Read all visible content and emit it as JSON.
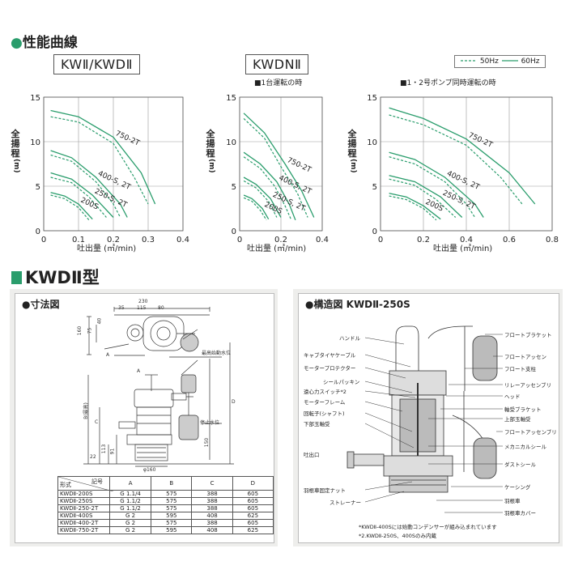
{
  "section_title": "性能曲線",
  "legend": {
    "dash": "50Hz",
    "solid": "60Hz"
  },
  "notes": {
    "single": "■1台運転の時",
    "dual": "■1・2号ポンプ同時運転の時"
  },
  "y_axis_label": [
    "全",
    "揚",
    "程",
    "(m)"
  ],
  "x_axis_label": "吐出量 (㎥/min)",
  "chart_data": [
    {
      "type": "line",
      "title": "KWⅡ/KWDⅡ",
      "ylim": [
        0,
        15
      ],
      "xlim": [
        0,
        0.4
      ],
      "yticks": [
        "0",
        "5",
        "10",
        "15"
      ],
      "xticks": [
        "0",
        "0.1",
        "0.2",
        "0.3",
        "0.4"
      ],
      "series": [
        {
          "name": "750-2T",
          "hz60": [
            [
              0.02,
              13.5
            ],
            [
              0.1,
              12.8
            ],
            [
              0.2,
              10.5
            ],
            [
              0.28,
              6.5
            ],
            [
              0.32,
              3.0
            ]
          ],
          "hz50": [
            [
              0.02,
              12.8
            ],
            [
              0.1,
              12.2
            ],
            [
              0.2,
              9.8
            ],
            [
              0.26,
              6.0
            ],
            [
              0.3,
              3.0
            ]
          ]
        },
        {
          "name": "400-S, 2T",
          "hz60": [
            [
              0.02,
              9.0
            ],
            [
              0.08,
              8.2
            ],
            [
              0.15,
              6.0
            ],
            [
              0.22,
              3.0
            ],
            [
              0.24,
              1.5
            ]
          ],
          "hz50": [
            [
              0.02,
              8.5
            ],
            [
              0.08,
              7.8
            ],
            [
              0.15,
              5.5
            ],
            [
              0.2,
              3.0
            ],
            [
              0.22,
              1.5
            ]
          ]
        },
        {
          "name": "250-S, 2T",
          "hz60": [
            [
              0.02,
              6.5
            ],
            [
              0.08,
              5.8
            ],
            [
              0.14,
              4.0
            ],
            [
              0.2,
              1.5
            ]
          ],
          "hz50": [
            [
              0.02,
              6.0
            ],
            [
              0.08,
              5.4
            ],
            [
              0.13,
              3.8
            ],
            [
              0.18,
              1.5
            ]
          ]
        },
        {
          "name": "200S",
          "hz60": [
            [
              0.02,
              4.3
            ],
            [
              0.06,
              3.9
            ],
            [
              0.1,
              3.0
            ],
            [
              0.14,
              1.3
            ]
          ],
          "hz50": [
            [
              0.02,
              4.0
            ],
            [
              0.06,
              3.6
            ],
            [
              0.1,
              2.6
            ],
            [
              0.13,
              1.2
            ]
          ]
        }
      ]
    },
    {
      "type": "line",
      "title": "KWDNⅡ",
      "ylim": [
        0,
        15
      ],
      "xlim": [
        0,
        0.4
      ],
      "yticks": [
        "0",
        "5",
        "10",
        "15"
      ],
      "xticks": [
        "0",
        "0.2",
        "0.4"
      ],
      "series": [
        {
          "name": "750-2T",
          "hz60": [
            [
              0.02,
              13.2
            ],
            [
              0.12,
              11.0
            ],
            [
              0.22,
              7.5
            ],
            [
              0.3,
              4.5
            ],
            [
              0.36,
              1.5
            ]
          ],
          "hz50": [
            [
              0.02,
              12.6
            ],
            [
              0.12,
              10.4
            ],
            [
              0.2,
              7.2
            ],
            [
              0.28,
              4.2
            ],
            [
              0.33,
              1.5
            ]
          ]
        },
        {
          "name": "400-S, 2T",
          "hz60": [
            [
              0.02,
              8.8
            ],
            [
              0.1,
              7.5
            ],
            [
              0.18,
              5.5
            ],
            [
              0.24,
              3.0
            ],
            [
              0.27,
              1.2
            ]
          ],
          "hz50": [
            [
              0.02,
              8.3
            ],
            [
              0.1,
              7.0
            ],
            [
              0.17,
              5.0
            ],
            [
              0.22,
              2.8
            ],
            [
              0.25,
              1.2
            ]
          ]
        },
        {
          "name": "250-S, 2T",
          "hz60": [
            [
              0.02,
              6.0
            ],
            [
              0.08,
              5.2
            ],
            [
              0.15,
              3.6
            ],
            [
              0.2,
              1.5
            ]
          ],
          "hz50": [
            [
              0.02,
              5.6
            ],
            [
              0.08,
              4.8
            ],
            [
              0.14,
              3.3
            ],
            [
              0.18,
              1.5
            ]
          ]
        },
        {
          "name": "200S",
          "hz60": [
            [
              0.02,
              4.0
            ],
            [
              0.06,
              3.6
            ],
            [
              0.11,
              2.5
            ],
            [
              0.14,
              1.3
            ]
          ],
          "hz50": [
            [
              0.02,
              3.7
            ],
            [
              0.06,
              3.3
            ],
            [
              0.1,
              2.3
            ],
            [
              0.13,
              1.2
            ]
          ]
        }
      ]
    },
    {
      "type": "line",
      "title": "",
      "ylim": [
        0,
        15
      ],
      "xlim": [
        0,
        0.8
      ],
      "yticks": [
        "0",
        "5",
        "10",
        "15"
      ],
      "xticks": [
        "0",
        "0.2",
        "0.4",
        "0.6",
        "0.8"
      ],
      "series": [
        {
          "name": "750-2T",
          "hz60": [
            [
              0.04,
              13.8
            ],
            [
              0.2,
              12.6
            ],
            [
              0.4,
              10.3
            ],
            [
              0.6,
              6.5
            ],
            [
              0.72,
              3.0
            ]
          ],
          "hz50": [
            [
              0.04,
              13.0
            ],
            [
              0.2,
              11.9
            ],
            [
              0.4,
              9.6
            ],
            [
              0.56,
              6.0
            ],
            [
              0.66,
              3.0
            ]
          ]
        },
        {
          "name": "400-S, 2T",
          "hz60": [
            [
              0.04,
              8.8
            ],
            [
              0.16,
              8.0
            ],
            [
              0.3,
              6.0
            ],
            [
              0.44,
              3.0
            ],
            [
              0.48,
              1.5
            ]
          ],
          "hz50": [
            [
              0.04,
              8.3
            ],
            [
              0.16,
              7.5
            ],
            [
              0.3,
              5.5
            ],
            [
              0.4,
              3.0
            ],
            [
              0.44,
              1.5
            ]
          ]
        },
        {
          "name": "250-S, 2T",
          "hz60": [
            [
              0.04,
              6.2
            ],
            [
              0.16,
              5.5
            ],
            [
              0.28,
              3.8
            ],
            [
              0.38,
              1.5
            ]
          ],
          "hz50": [
            [
              0.04,
              5.8
            ],
            [
              0.16,
              5.1
            ],
            [
              0.26,
              3.5
            ],
            [
              0.35,
              1.5
            ]
          ]
        },
        {
          "name": "200S",
          "hz60": [
            [
              0.04,
              4.2
            ],
            [
              0.12,
              3.8
            ],
            [
              0.2,
              2.8
            ],
            [
              0.28,
              1.3
            ]
          ],
          "hz50": [
            [
              0.04,
              3.9
            ],
            [
              0.12,
              3.5
            ],
            [
              0.2,
              2.5
            ],
            [
              0.26,
              1.2
            ]
          ]
        }
      ]
    }
  ],
  "kwd_heading": "KWDⅡ型",
  "dim_panel": {
    "title": "●寸法図",
    "dims": {
      "w230": "230",
      "w35": "35",
      "w115": "115",
      "w80": "80",
      "h160": "160",
      "h75": "75",
      "h40": "40",
      "a_label": "A",
      "a2_label": "A",
      "start_level": "最高始動水位",
      "stop_level": "停止水位",
      "b_label": "B(最高)",
      "c_label": "C",
      "d_label": "D",
      "h113": "113",
      "h91": "91",
      "h150": "150",
      "h22": "22",
      "phi": "φ160"
    },
    "table": {
      "header_top": "記号",
      "header_left": "形式",
      "columns": [
        "A",
        "B",
        "C",
        "D"
      ],
      "rows": [
        [
          "KWDⅡ-200S",
          "G 1.1/4",
          "575",
          "388",
          "605"
        ],
        [
          "KWDⅡ-250S",
          "G 1.1/2",
          "575",
          "388",
          "605"
        ],
        [
          "KWDⅡ-250-2T",
          "G 1.1/2",
          "575",
          "388",
          "605"
        ],
        [
          "KWDⅡ-400S",
          "G 2",
          "595",
          "408",
          "625"
        ],
        [
          "KWDⅡ-400-2T",
          "G 2",
          "575",
          "388",
          "605"
        ],
        [
          "KWDⅡ-750-2T",
          "G 2",
          "595",
          "408",
          "625"
        ]
      ]
    }
  },
  "struct_panel": {
    "title": "●構造図 KWDⅡ-250S",
    "left_labels": [
      "ハンドル",
      "キャブタイヤケーブル",
      "モータープロテクター",
      "シールパッキン",
      "遠心力スイッチ*2",
      "モーターフレーム",
      "回転子(シャフト)",
      "下部玉軸受",
      "吐出口",
      "羽根車固定ナット",
      "ストレーナー"
    ],
    "right_labels": [
      "フロートブラケット",
      "フロートアッセン",
      "フロート支柱",
      "リレーアッセンブリ",
      "ヘッド",
      "軸受ブラケット",
      "上部玉軸受",
      "フロートアッセンブリ",
      "メカニカルシール",
      "ダストシール",
      "ケーシング",
      "羽根車",
      "羽根車カバー"
    ],
    "footnotes": [
      "*KWDⅡ-400Sには始動コンデンサーが組み込まれています",
      "*2.KWDⅡ-250S、400Sのみ内蔵"
    ]
  }
}
